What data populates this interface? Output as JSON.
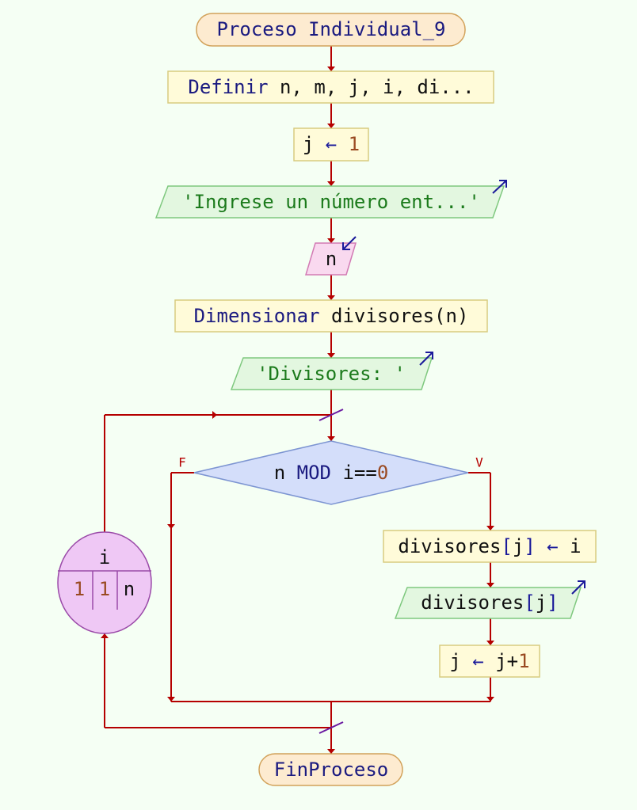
{
  "diagram": {
    "start": {
      "keyword": "Proceso",
      "name": "Individual_9"
    },
    "define": {
      "keyword": "Definir",
      "vars": "n, m, j, i, di..."
    },
    "assign_j1": {
      "var": "j",
      "arrow": "←",
      "value": "1"
    },
    "output_prompt": {
      "text": "'Ingrese un número ent...'"
    },
    "input_n": {
      "var": "n"
    },
    "dimension": {
      "keyword": "Dimensionar",
      "expr": "divisores(n)"
    },
    "output_divisores": {
      "text": "'Divisores: '"
    },
    "decision": {
      "lhs": "n",
      "op": "MOD",
      "rhs": "i==",
      "num": "0"
    },
    "false_label": "F",
    "true_label": "V",
    "assign_div": {
      "name": "divisores",
      "lb": "[",
      "idx": "j",
      "rb": "]",
      "arrow": "←",
      "value": "i"
    },
    "output_div": {
      "name": "divisores",
      "lb": "[",
      "idx": "j",
      "rb": "]"
    },
    "increment": {
      "var": "j",
      "arrow": "←",
      "expr": "j+",
      "num": "1"
    },
    "loop": {
      "var": "i",
      "start": "1",
      "step": "1",
      "end": "n"
    },
    "end": {
      "keyword": "FinProceso"
    }
  },
  "colors": {
    "background": "#f5fff4",
    "flow_line": "#b50000",
    "terminal_fill": "#fdebd0",
    "process_fill": "#fffbd9",
    "output_fill": "#e3f7e0",
    "input_fill": "#f9d9ef",
    "decision_fill": "#d4defa",
    "loop_fill": "#efc8f5"
  }
}
